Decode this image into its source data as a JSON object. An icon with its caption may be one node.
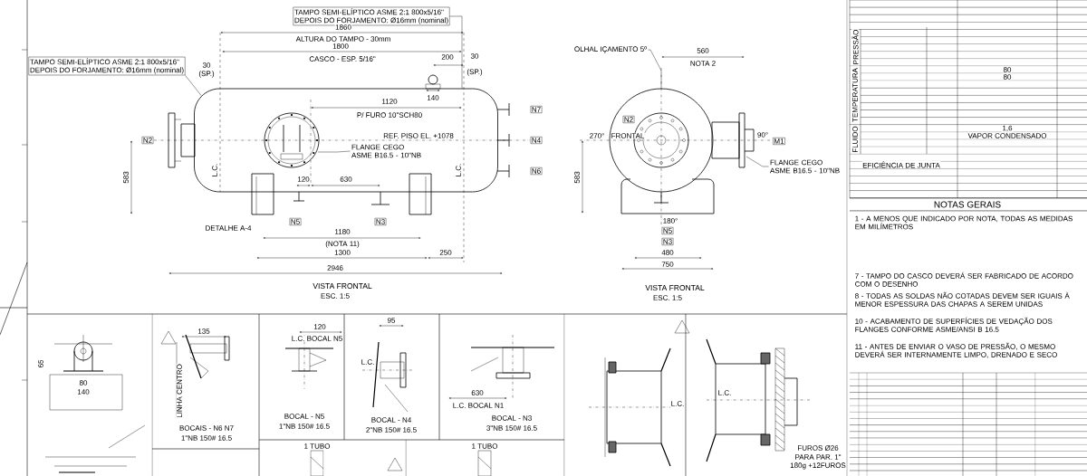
{
  "diagram": {
    "nodes": [
      {
        "text": [],
        "shape": "cylinder"
      },
      {
        "text": [
          "TAMPO SEMI-ELÍPTICO ASME 2:1 800x5/16\"",
          "DEPOIS DO FORJAMENTO: Ø16mm (nominal)"
        ]
      },
      {
        "text": [
          "TAMPO SEMI-ELÍPTICO ASME 2:1 800x5/16\"",
          "DEPOIS DO FORJAMENTO: Ø16mm (nominal)"
        ]
      },
      {
        "text": [
          "FLANGE CEGO ASME B16.5 - 10\"NB"
        ],
        "in": 0
      },
      {
        "text": [],
        "shape": "circle"
      },
      {
        "text": [
          "OLHAL IÇAMENTO 5º"
        ]
      },
      {
        "text": [
          "FLANGE CEGO ASME B16.5 - 10\"NB"
        ]
      }
    ],
    "edges": [
      {
        "from": 1,
        "to": 0,
        "arrow": "none"
      },
      {
        "from": 2,
        "to": 0,
        "arrow": "none"
      },
      {
        "from": 3,
        "to": 0,
        "arrow": "none"
      },
      {
        "from": 5,
        "to": 4,
        "arrow": "none"
      },
      {
        "from": 6,
        "to": 4,
        "arrow": "none"
      }
    ],
    "labels": [
      "1860",
      "ALTURA DO TAMPO - 30mm",
      "1800",
      "CASCO - ESP. 5/16\"",
      "30",
      "(SP.)",
      "200",
      "30",
      "(SP.)",
      "140",
      "1120",
      "P/ FURO 10\"SCH80",
      "N7",
      "N2",
      "REF. PISO EL. +1078",
      "N4",
      "N6",
      "L.C.",
      "L.C.",
      "120",
      "630",
      "583",
      "N5",
      "N3",
      "DETALHE A-4",
      "1180",
      "(NOTA 11)",
      "1300",
      "250",
      "2946",
      "VISTA FRONTAL",
      "ESC. 1:5",
      "560",
      "NOTA 2",
      "N2",
      "270°",
      "FRONTAL",
      "90°",
      "M1",
      "583",
      "180°",
      "N5",
      "N3",
      "480",
      "750",
      "VISTA FRONTAL",
      "ESC. 1:5",
      "135",
      "LINHA CENTRO",
      "BOCAIS - N6 N7",
      "1\"NB 150# 16.5",
      "120",
      "L.C. BOCAL N5",
      "BOCAL - N5",
      "1\"NB 150# 16.5",
      "95",
      "L.C.",
      "BOCAL - N4",
      "2\"NB 150# 16.5",
      "630",
      "L.C. BOCAL N1",
      "BOCAL - N3",
      "3\"NB 150# 16.5",
      "1 TUBO",
      "1 TUBO",
      "L.C.",
      "L.C.",
      "FUROS Ø26",
      "PARA PAR. 1\"",
      "180g +12FUROS",
      "PRESSÃO",
      "TEMPERATURA",
      "FLUIDO",
      "80",
      "80",
      "1,6",
      "VAPOR CONDENSADO",
      "EFICIÊNCIA DE JUNTA",
      "NOTAS GERAIS",
      "1 - A MENOS QUE INDICADO POR NOTA, TODAS AS MEDIDAS EM MILÍMETROS",
      "7 - TAMPO DO CASCO DEVERÁ SER FABRICADO DE ACORDO COM O DESENHO",
      "8 - TODAS AS SOLDAS NÃO COTADAS DEVEM SER IGUAIS À MENOR ESPESSURA DAS CHAPAS A SEREM UNIDAS",
      "10 - ACABAMENTO DE SUPERFÍCIES DE VEDAÇÃO DOS FLANGES CONFORME ASME/ANSI B 16.5",
      "11 - ANTES DE ENVIAR O VASO DE PRESSÃO, O MESMO DEVERÁ SER INTERNAMENTE LIMPO, DRENADO E SECO",
      "65",
      "80",
      "140"
    ]
  }
}
